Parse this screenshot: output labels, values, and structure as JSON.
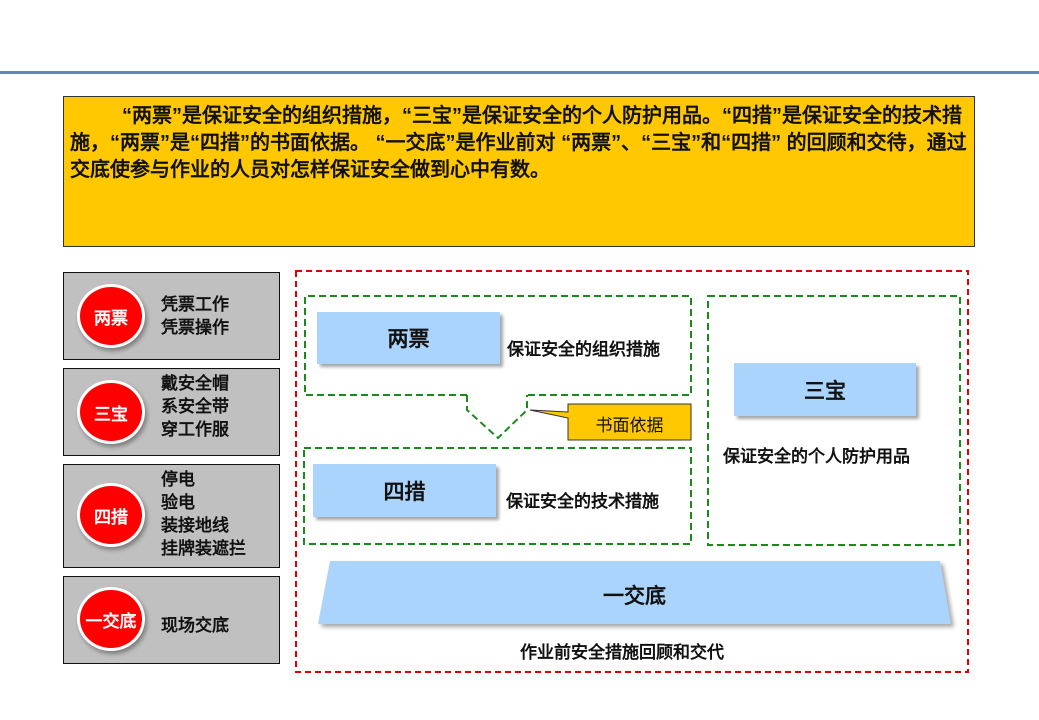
{
  "intro_text": "“两票”是保证安全的组织措施，“三宝”是保证安全的个人防护用品。“四措”是保证安全的技术措施，“两票”是“四措”的书面依据。 “一交底”是作业前对 “两票”、“三宝”和“四措” 的回顾和交待，通过交底使参与作业的人员对怎样保证安全做到心中有数。",
  "left_panel": [
    {
      "badge": "两票",
      "items": [
        "凭票工作",
        "凭票操作"
      ]
    },
    {
      "badge": "三宝",
      "items": [
        "戴安全帽",
        "系安全带",
        "穿工作服"
      ]
    },
    {
      "badge": "四措",
      "items": [
        "停电",
        "验电",
        "装接地线",
        "挂牌装遮拦"
      ]
    },
    {
      "badge": "一交底",
      "items": [
        "现场交底"
      ]
    }
  ],
  "diagram": {
    "liangpiao": {
      "title": "两票",
      "desc": "保证安全的组织措施"
    },
    "sicuo": {
      "title": "四措",
      "desc": "保证安全的技术措施"
    },
    "sanbao": {
      "title": "三宝",
      "desc": "保证安全的个人防护用品"
    },
    "callout": "书面依据",
    "yijiaodi": {
      "title": "一交底",
      "desc": "作业前安全措施回顾和交代"
    }
  },
  "colors": {
    "intro_bg": "#ffc800",
    "badge": "#ff0000",
    "box_blue": "#aad4fc",
    "panel_gray": "#c0c0c0",
    "outer_dash": "#e00000",
    "inner_dash": "#1a8a1a"
  }
}
